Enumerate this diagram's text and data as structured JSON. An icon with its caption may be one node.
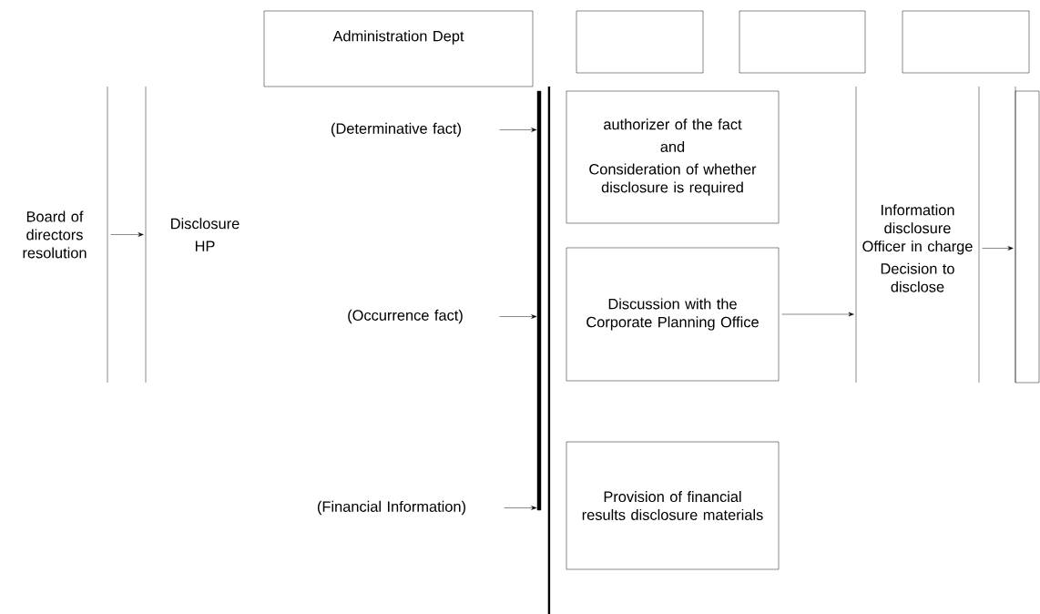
{
  "diagram": {
    "nodes": [
      {
        "text": [
          "Administration Dept"
        ]
      },
      {
        "text": [],
        "shape": "box"
      },
      {
        "text": [],
        "shape": "box"
      },
      {
        "text": [],
        "shape": "box"
      },
      {
        "text": [
          "Board of directors resolution"
        ]
      },
      {
        "text": [
          "Disclosure",
          "HP"
        ]
      },
      {
        "text": [
          "(Determinative fact)"
        ]
      },
      {
        "text": [
          "(Occurrence fact)"
        ]
      },
      {
        "text": [
          "(Financial Information)"
        ]
      },
      {
        "text": [],
        "shape": "bar"
      },
      {
        "text": [
          "authorizer of the fact",
          "and",
          "Consideration of whether disclosure is required"
        ]
      },
      {
        "text": [
          "Discussion with the Corporate Planning Office"
        ]
      },
      {
        "text": [
          "Provision of financial results disclosure materials"
        ]
      },
      {
        "text": [
          "Information disclosure Officer in charge",
          "Decision to disclose"
        ]
      },
      {
        "text": [],
        "shape": "box"
      }
    ],
    "edges": [
      {
        "from": 4,
        "to": 5,
        "arrow": "to"
      },
      {
        "from": 6,
        "to": 9,
        "arrow": "to"
      },
      {
        "from": 7,
        "to": 9,
        "arrow": "to"
      },
      {
        "from": 8,
        "to": 9,
        "arrow": "to"
      },
      {
        "from": 11,
        "to": 13,
        "arrow": "to"
      },
      {
        "from": 13,
        "to": 14,
        "arrow": "to"
      }
    ]
  }
}
